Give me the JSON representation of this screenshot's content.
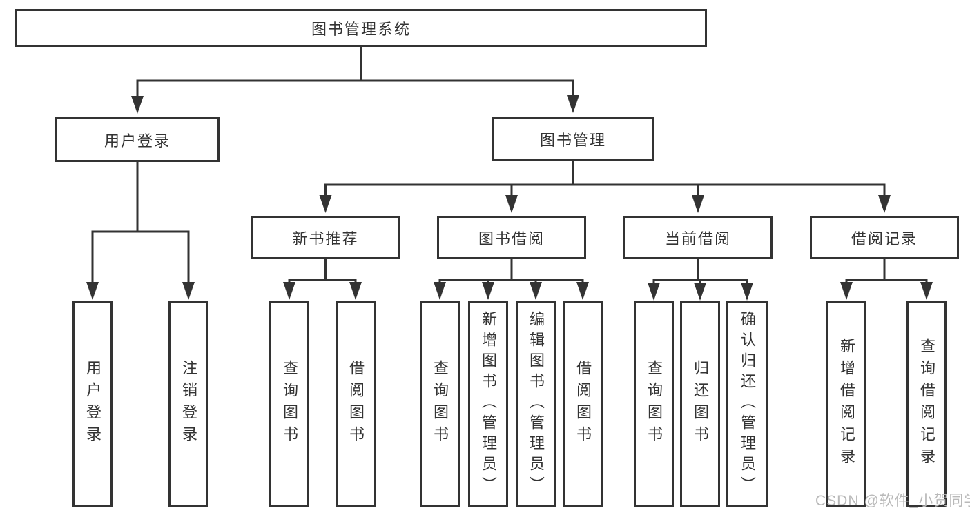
{
  "diagram": {
    "root": {
      "label": "图书管理系统"
    },
    "l2": [
      {
        "label": "用户登录"
      },
      {
        "label": "图书管理"
      }
    ],
    "l3": [
      {
        "label": "新书推荐",
        "parent": "图书管理"
      },
      {
        "label": "图书借阅",
        "parent": "图书管理"
      },
      {
        "label": "当前借阅",
        "parent": "图书管理"
      },
      {
        "label": "借阅记录",
        "parent": "图书管理"
      }
    ],
    "leaves": [
      {
        "label": "用户登录",
        "parent": "用户登录"
      },
      {
        "label": "注销登录",
        "parent": "用户登录"
      },
      {
        "label": "查询图书",
        "parent": "新书推荐"
      },
      {
        "label": "借阅图书",
        "parent": "新书推荐"
      },
      {
        "label": "查询图书",
        "parent": "图书借阅"
      },
      {
        "label": "新增图书（管理员）",
        "parent": "图书借阅"
      },
      {
        "label": "编辑图书（管理员）",
        "parent": "图书借阅"
      },
      {
        "label": "借阅图书",
        "parent": "图书借阅"
      },
      {
        "label": "查询图书",
        "parent": "当前借阅"
      },
      {
        "label": "归还图书",
        "parent": "当前借阅"
      },
      {
        "label": "确认归还（管理员）",
        "parent": "当前借阅"
      },
      {
        "label": "新增借阅记录",
        "parent": "借阅记录"
      },
      {
        "label": "查询借阅记录",
        "parent": "借阅记录"
      }
    ]
  },
  "watermark": {
    "text": "CSDN @软件_小贺同学"
  },
  "colors": {
    "line": "#333333",
    "box_border": "#333333",
    "text": "#333333",
    "background": "#ffffff",
    "watermark": "#b9b9b9"
  }
}
